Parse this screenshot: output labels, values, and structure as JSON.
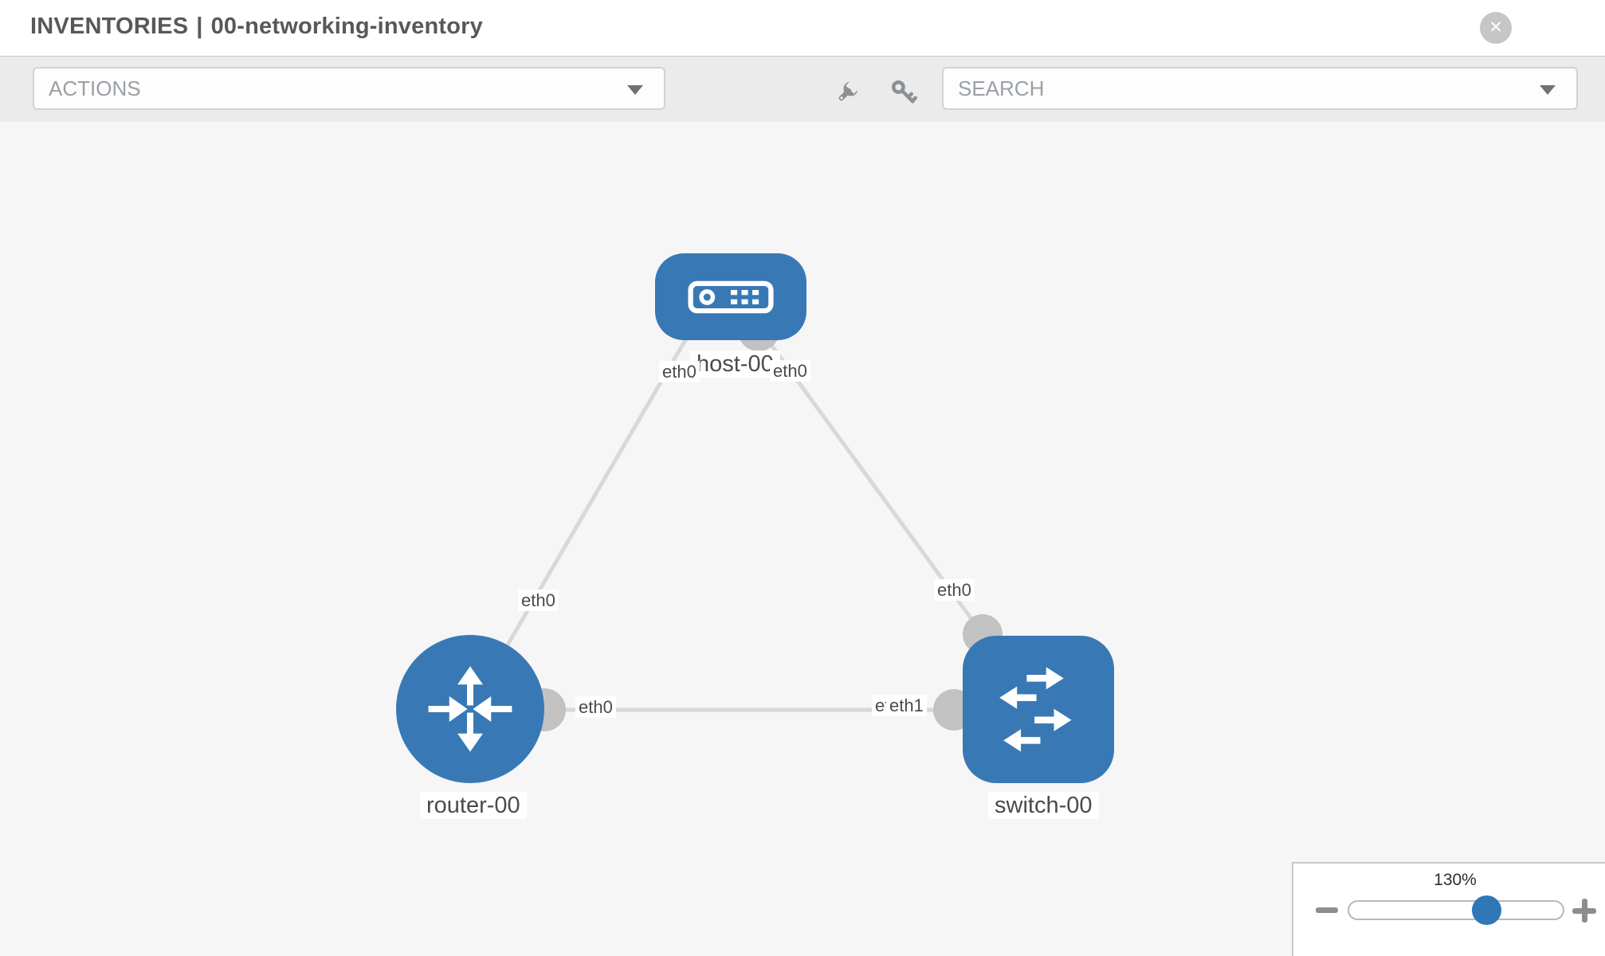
{
  "header": {
    "section": "INVENTORIES",
    "separator": "|",
    "inventory_name": "00-networking-inventory",
    "close_icon": "✕"
  },
  "toolbar": {
    "actions_label": "ACTIONS",
    "search_label": "SEARCH",
    "wrench_icon": "wrench",
    "key_icon": "key",
    "dropdown_caret_icon": "chevron-down"
  },
  "topology": {
    "node_labels": {
      "host": "host-00",
      "router": "router-00",
      "switch": "switch-00"
    },
    "node_types": {
      "host": "host",
      "router": "router",
      "switch": "switch"
    },
    "iface_labels": {
      "host_left": "eth0",
      "host_right": "eth0",
      "router_uplink": "eth0",
      "switch_uplink": "eth0",
      "router_east": "eth0",
      "switch_west_hidden": "eth0",
      "switch_west": "eth1"
    }
  },
  "zoom_control": {
    "level": "130%",
    "zoom_out_icon": "minus",
    "zoom_in_icon": "plus"
  },
  "colors": {
    "node_blue": "#3879b5",
    "link_gray": "#d8d8d8",
    "port_gray": "#c2c2c2",
    "canvas_bg": "#f6f6f6",
    "toolbar_bg": "#ebebeb",
    "slider_thumb_blue": "#2f77b6"
  }
}
